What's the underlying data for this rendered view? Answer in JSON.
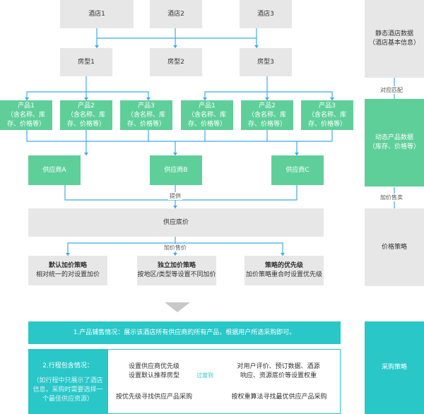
{
  "hotels": [
    "酒店1",
    "酒店2",
    "酒店3"
  ],
  "room_types": [
    "房型1",
    "房型2",
    "房型3"
  ],
  "products": [
    {
      "name": "产品1",
      "detail": "（含名称、库存、价格等）"
    },
    {
      "name": "产品2",
      "detail": "（含名称、库存、价格等）"
    },
    {
      "name": "产品3",
      "detail": "（含名称、库存、价格等）"
    },
    {
      "name": "产品1",
      "detail": "（含名称、库存、价格等）"
    },
    {
      "name": "产品2",
      "detail": "（含名称、库存、价格等）"
    },
    {
      "name": "产品3",
      "detail": "（含名称、库存、价格等）"
    }
  ],
  "suppliers": [
    "供应商A",
    "供应商B",
    "供应商C"
  ],
  "provide_label": "提供",
  "supply_base_price": "供应底价",
  "markup_sale_label": "加价售价",
  "strategies": [
    {
      "title": "默认加价策略",
      "desc": "相对统一的对设置加价"
    },
    {
      "title": "独立加价策略",
      "desc": "按地区/类型等设置不同加价"
    },
    {
      "title": "策略的优先级",
      "desc": "加价策略重合时设置优先级"
    }
  ],
  "info_bar": "1.产品铺售情况：展示该酒店所有供应商的所有产品，根据用户所选采购即可。",
  "trip_title": "2.行程包含情况：",
  "trip_note": "（如行程中只展示了酒店信息，采购时需要选择一个最佳供应资源）",
  "left_step1": "设置供应商优先级",
  "left_step2": "设置默认推荐房型",
  "left_step3": "按优先级寻找供应产品采购",
  "transition_label": "过度到",
  "right_step1": "对用户评价、预订数据、酒源",
  "right_step2": "响应、资源底价等设置权重",
  "right_step3": "按权重算法寻找最优供应产品采购",
  "side": {
    "static_data_1": "静态酒店数据",
    "static_data_2": "（酒店基本信息）",
    "match_label": "对应匹配",
    "dynamic_data_1": "动态产品数据",
    "dynamic_data_2": "（库存、价格等）",
    "markup_label": "加价售卖",
    "price_strategy": "价格策略",
    "purchase_strategy": "采购策略"
  },
  "colors": {
    "gray": "#e7e7e7",
    "green": "#5fcf9a",
    "teal": "#29c7c8",
    "line": "#3fa9e6"
  }
}
